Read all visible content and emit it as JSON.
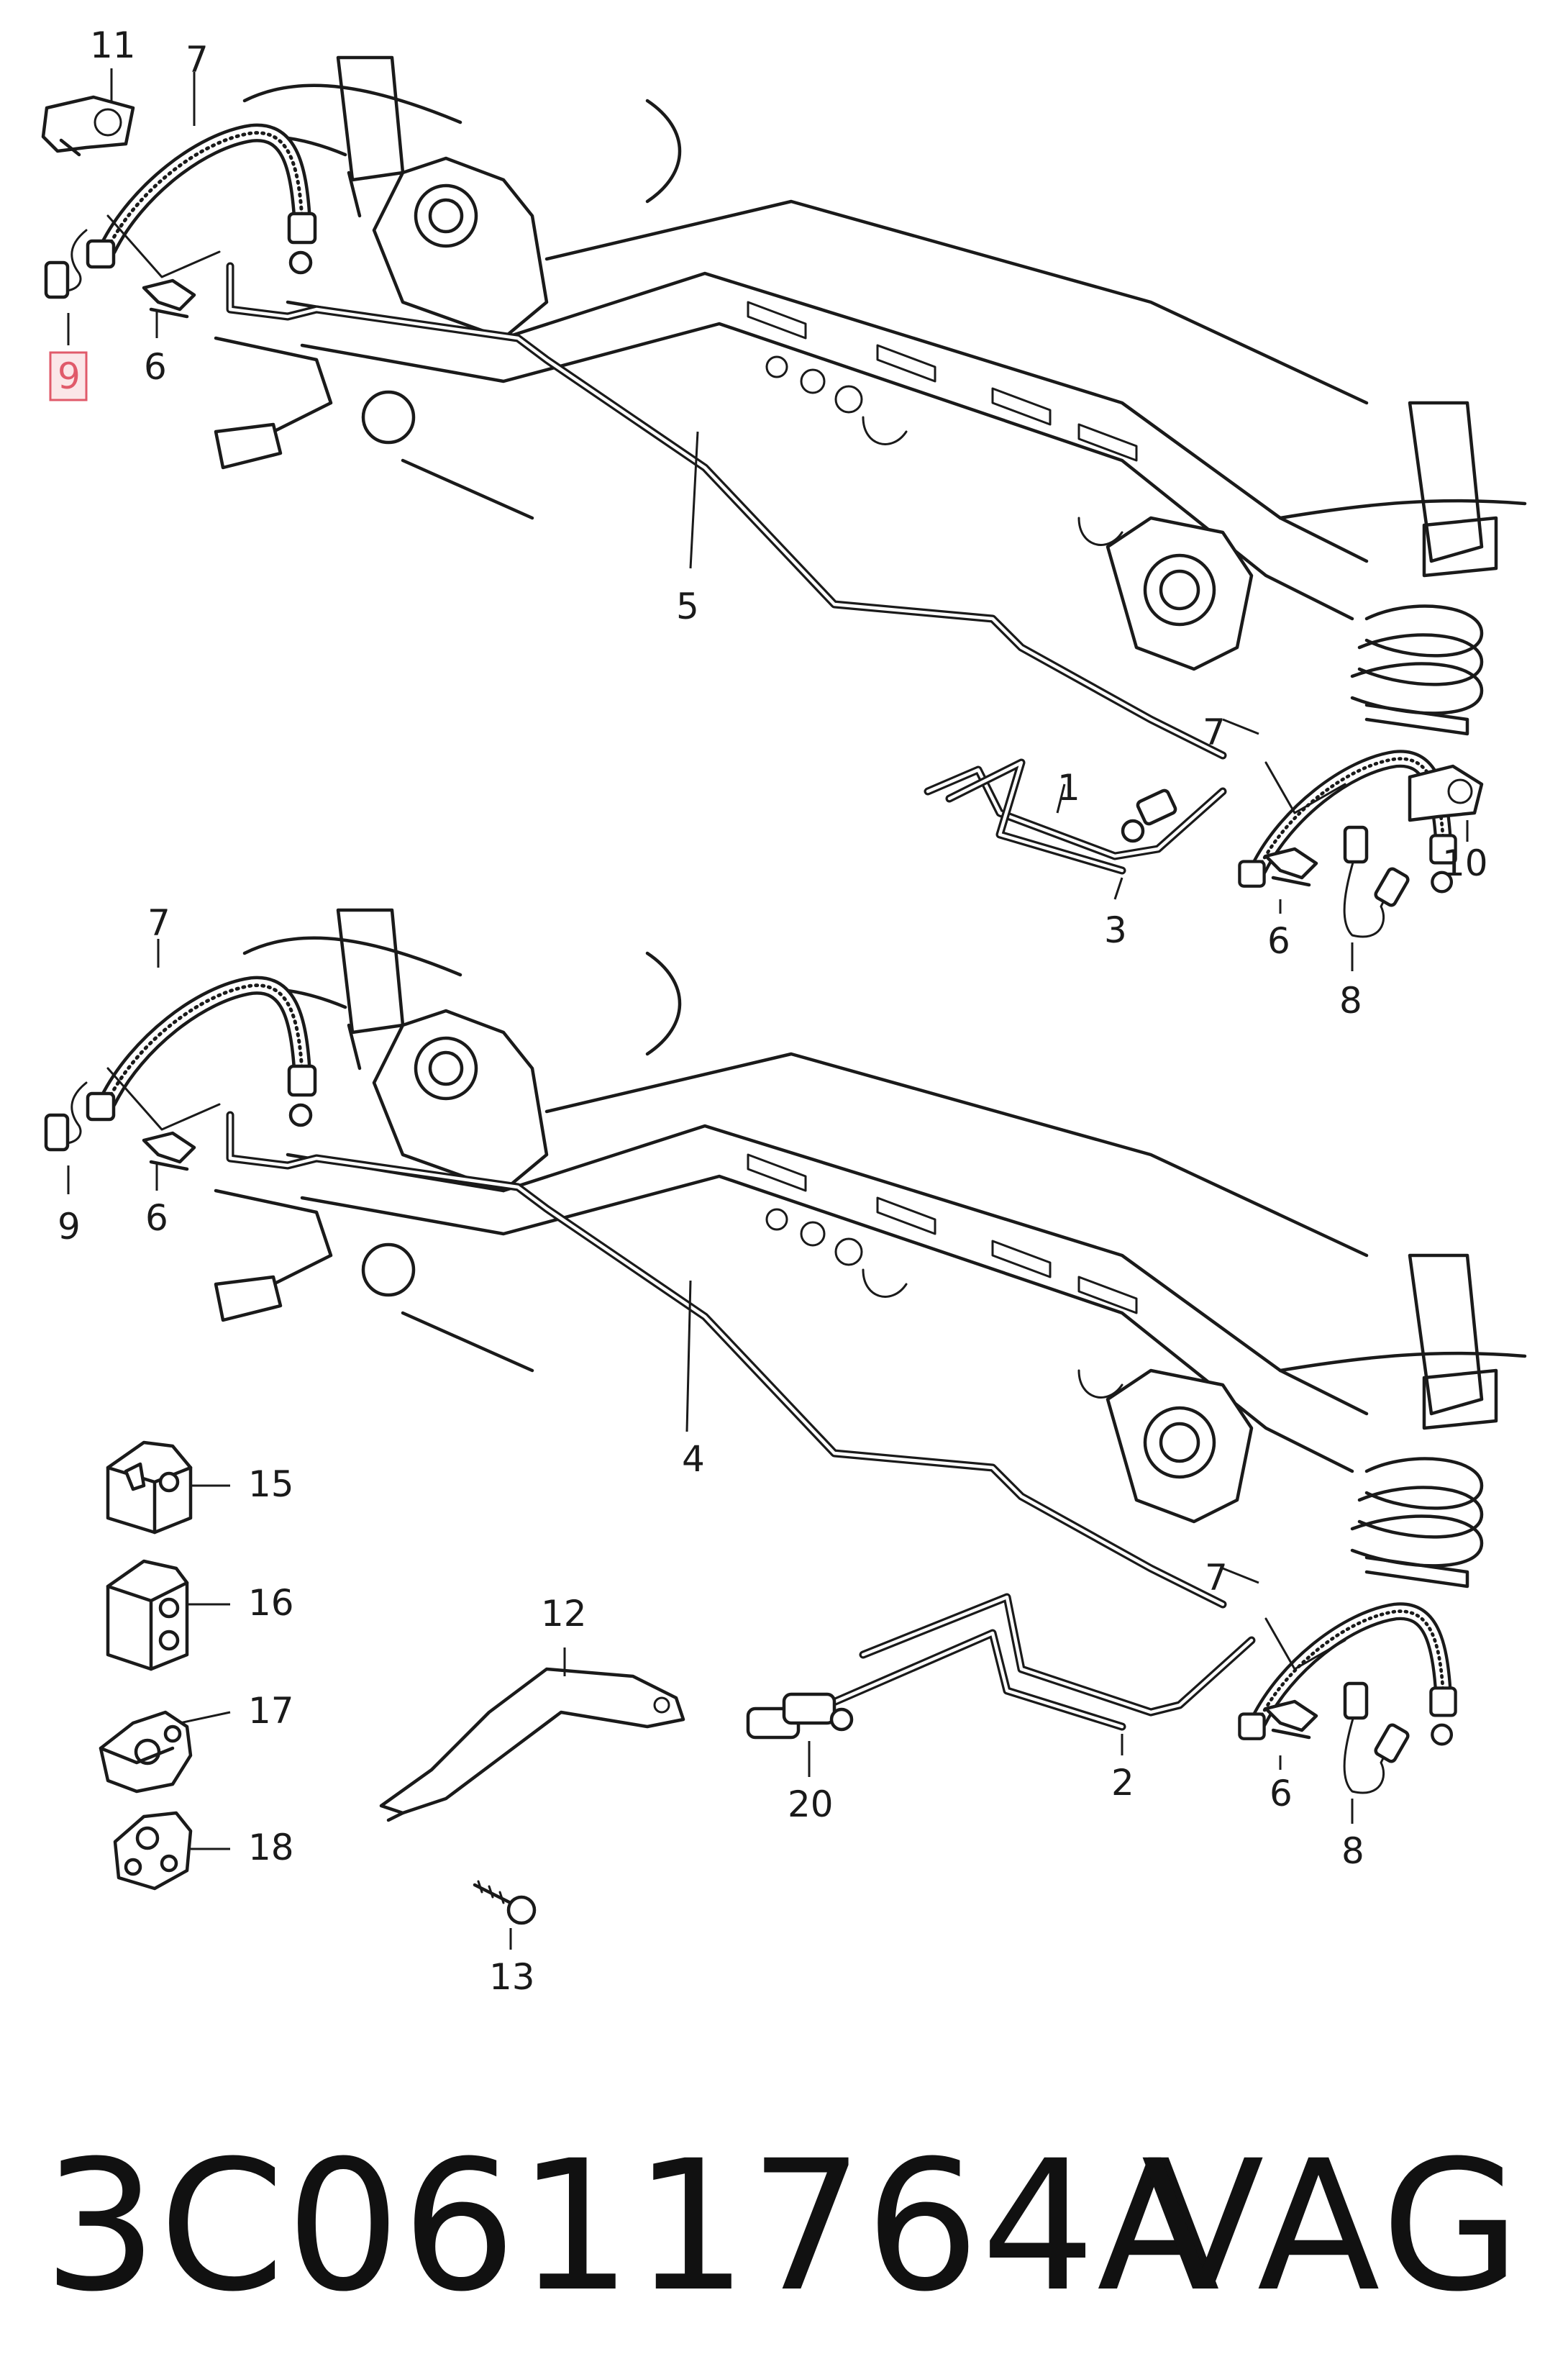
{
  "diagram": {
    "callouts": {
      "c1": "1",
      "c2": "2",
      "c3": "3",
      "c4": "4",
      "c5": "5",
      "c6": "6",
      "c7": "7",
      "c8": "8",
      "c9": "9",
      "c10": "10",
      "c11": "11",
      "c12": "12",
      "c13": "13",
      "c15": "15",
      "c16": "16",
      "c17": "17",
      "c18": "18",
      "c20": "20"
    },
    "highlighted_callout": "9",
    "highlight_color": "#e05a6a"
  },
  "footer": {
    "part_number": "3C0611764A",
    "brand": "VAG"
  }
}
